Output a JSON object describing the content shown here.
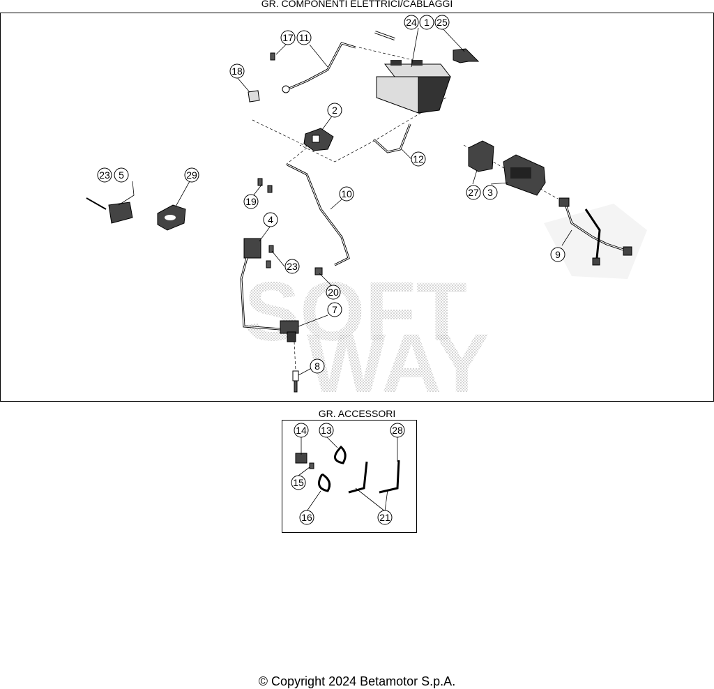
{
  "sections": {
    "electrical": {
      "title": "GR. COMPONENTI ELETTRICI/CABLAGGI"
    },
    "accessories": {
      "title": "GR. ACCESSORI"
    }
  },
  "watermark": {
    "line1": "SOFT",
    "line2": "WAY"
  },
  "callouts": {
    "electrical": [
      "24",
      "1",
      "25",
      "17",
      "11",
      "18",
      "2",
      "12",
      "23",
      "5",
      "29",
      "19",
      "10",
      "27",
      "3",
      "4",
      "9",
      "23",
      "20",
      "7",
      "8"
    ],
    "accessories": [
      "14",
      "13",
      "28",
      "15",
      "16",
      "21"
    ]
  },
  "footer": {
    "copyright": "© Copyright 2024 Betamotor S.p.A."
  }
}
